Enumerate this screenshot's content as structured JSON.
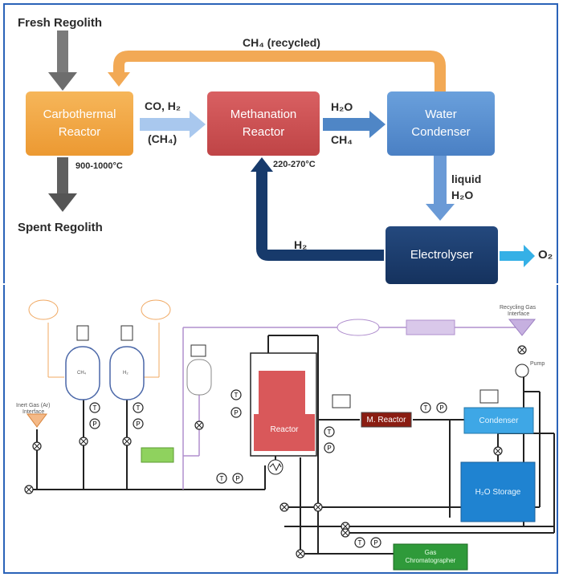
{
  "top": {
    "fresh_regolith": "Fresh Regolith",
    "spent_regolith": "Spent Regolith",
    "carbothermal_1": "Carbothermal",
    "carbothermal_2": "Reactor",
    "methanation_1": "Methanation",
    "methanation_2": "Reactor",
    "water_1": "Water",
    "water_2": "Condenser",
    "electrolyser": "Electrolyser",
    "ch4_recycled": "CH₄ (recycled)",
    "co_h2": "CO, H₂",
    "ch4_paren": "(CH₄)",
    "h2o": "H₂O",
    "ch4": "CH₄",
    "temp_carbo": "900-1000°C",
    "temp_meth": "220-270°C",
    "liquid": "liquid",
    "liquid_h2o": "H₂O",
    "h2": "H₂",
    "o2": "O₂"
  },
  "bottom": {
    "inert_gas_1": "Inert Gas (Ar)",
    "inert_gas_2": "Interface",
    "recycling_1": "Recycling Gas",
    "recycling_2": "Interface",
    "pump": "Pump",
    "ch4_tank": "CH₄",
    "h2_tank": "H₂",
    "reactor": "Reactor",
    "m_reactor": "M. Reactor",
    "condenser": "Condenser",
    "h2o_storage": "H₂O Storage",
    "gas_chromatographer_1": "Gas",
    "gas_chromatographer_2": "Chromatographer",
    "t": "T",
    "p": "P"
  },
  "colors": {
    "orange": "#f4a640",
    "red": "#cf5355",
    "blue": "#5b94d6",
    "navy": "#173a6b",
    "reactor_red": "#d9585a",
    "m_reactor": "#8a1d12",
    "condenser": "#3ea7e6",
    "storage": "#1f83d1",
    "gc_green": "#2f9a3a",
    "purple": "#b08fce",
    "inert_orange": "#f0a862"
  }
}
